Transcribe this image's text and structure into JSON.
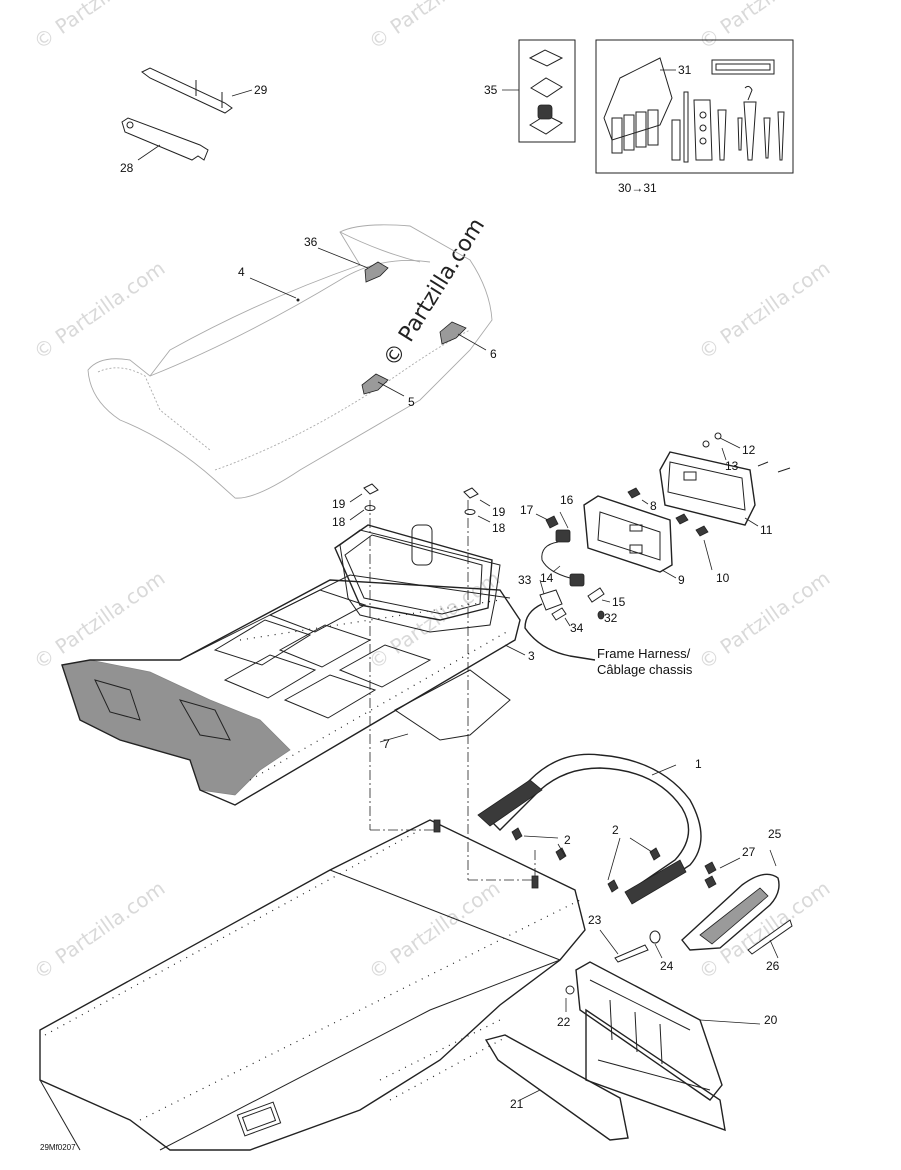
{
  "watermark": "© Partzilla.com",
  "diagram_code": "29Mf0207",
  "frame_harness_note": [
    "Frame Harness/",
    "Câblage chassis"
  ],
  "labels": {
    "p1": "1",
    "p2a": "2",
    "p2b": "2",
    "p3": "3",
    "p4": "4",
    "p5": "5",
    "p6": "6",
    "p7": "7",
    "p8": "8",
    "p9": "9",
    "p10": "10",
    "p11": "11",
    "p12": "12",
    "p13": "13",
    "p14": "14",
    "p15": "15",
    "p16": "16",
    "p17": "17",
    "p18a": "18",
    "p18b": "18",
    "p19a": "19",
    "p19b": "19",
    "p20": "20",
    "p21": "21",
    "p22": "22",
    "p23": "23",
    "p24": "24",
    "p25": "25",
    "p26": "26",
    "p27": "27",
    "p28": "28",
    "p29": "29",
    "p30": "30→31",
    "p31": "31",
    "p32": "32",
    "p33": "33",
    "p34": "34",
    "p35": "35",
    "p36": "36"
  }
}
